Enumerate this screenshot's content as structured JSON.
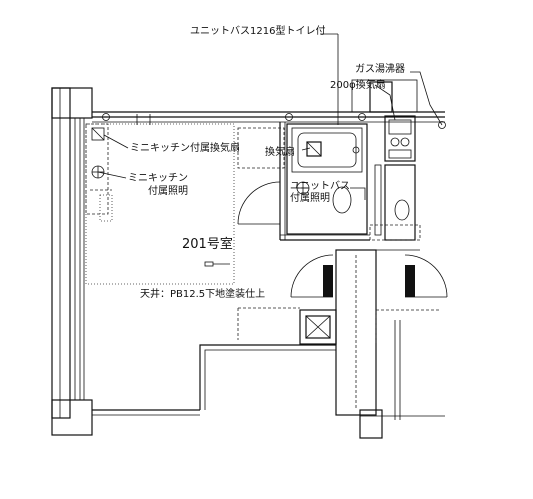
{
  "labels": {
    "unit_bath": "ユニットバス1216型トイレ付",
    "gas_heater": "ガス湯沸器",
    "vent_200": "200φ換気扇",
    "kitchen_vent": "ミニキッチン付属換気扇",
    "vent_fan": "換気扇",
    "kitchen_light_1": "ミニキッチン",
    "kitchen_light_2": "付属照明",
    "bath_light_1": "ユニットバス",
    "bath_light_2": "付属照明",
    "room": "201号室",
    "ceiling": "天井：PB12.5下地塗装仕上"
  }
}
